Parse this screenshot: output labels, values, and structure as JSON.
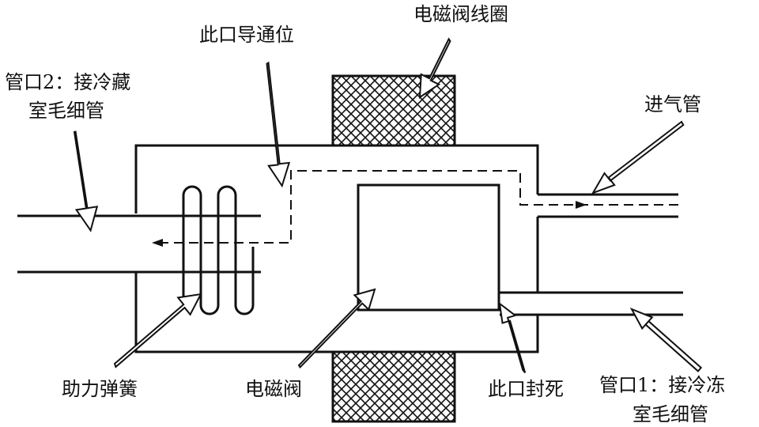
{
  "labels": {
    "port2_line1": "管口2：接冷藏",
    "port2_line2": "室毛细管",
    "port_open": "此口导通位",
    "coil": "电磁阀线圈",
    "inlet": "进气管",
    "spring": "助力弹簧",
    "valve": "电磁阀",
    "port_sealed": "此口封死",
    "port1_line1": "管口1：接冷冻",
    "port1_line2": "室毛细管"
  },
  "colors": {
    "line": "#111111",
    "background": "#ffffff"
  }
}
